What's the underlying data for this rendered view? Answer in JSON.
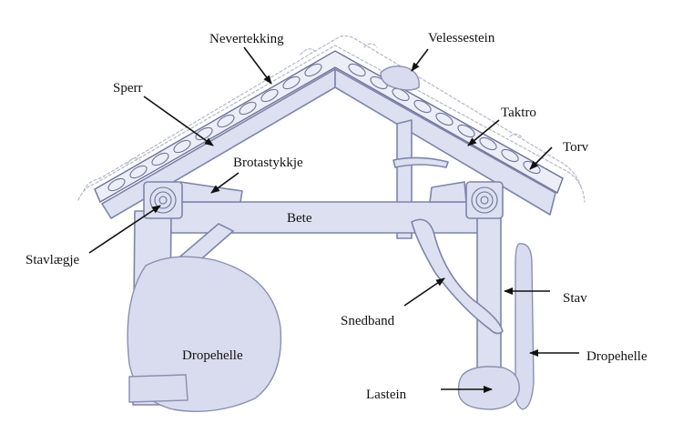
{
  "labels": {
    "nevertekking": "Nevertekking",
    "velessestein": "Velessestein",
    "sperr": "Sperr",
    "taktro": "Taktro",
    "torv": "Torv",
    "brotastykkje": "Brotastykkje",
    "bete": "Bete",
    "stavlaegje": "Stavlægje",
    "snedband": "Snedband",
    "stav": "Stav",
    "dropehelle_left": "Dropehelle",
    "dropehelle_right": "Dropehelle",
    "lastein": "Lastein"
  },
  "colors": {
    "wood_fill": "#dde0f0",
    "line": "#7e84ad",
    "text": "#111111"
  }
}
